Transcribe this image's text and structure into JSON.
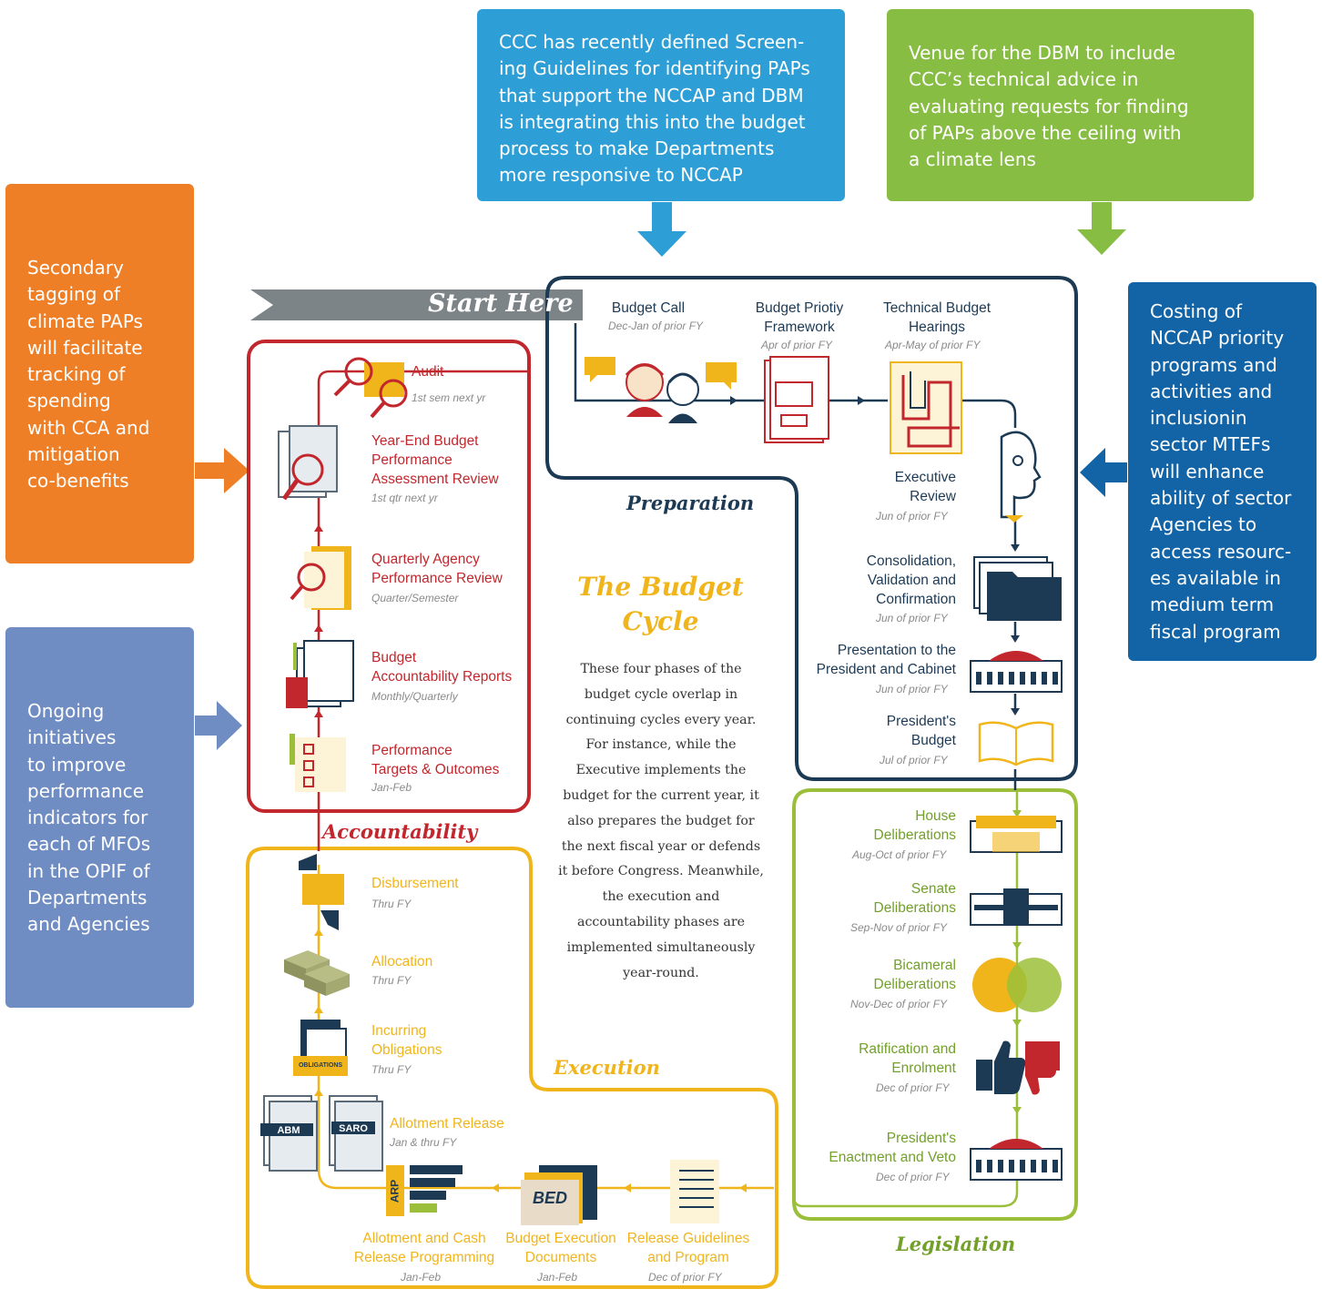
{
  "callouts": {
    "top": "CCC has recently defined Screen-\ning Guidelines for identifying PAPs\nthat support the NCCAP and DBM\nis integrating this into the budget\nprocess to make Departments\nmore responsive to NCCAP",
    "green": "Venue for the DBM to include\nCCC’s technical advice in\nevaluating requests for finding\nof PAPs above the ceiling with\na climate lens",
    "orange": "Secondary\ntagging of\nclimate PAPs\nwill facilitate\ntracking of\nspending\nwith CCA and\nmitigation\nco-benefits",
    "purple": "Ongoing\ninitiatives\nto improve\nperformance\nindicators for\neach of MFOs\nin the OPIF of\nDepartments\nand Agencies",
    "darkblue": "Costing of\nNCCAP priority\nprograms and\nactivities and\ninclusionin\nsector MTEFs\nwill enhance\nability of sector\nAgencies to\naccess resourc-\nes available in\nmedium term\nfiscal program"
  },
  "start_here": "Start Here",
  "center": {
    "title": "The Budget\nCycle",
    "body": "These four phases of the budget cycle overlap in continuing cycles every year. For instance, while the Executive implements the budget for the current year, it also prepares the budget for the next fiscal year or defends it before Congress. Meanwhile, the execution and accountability phases are implemented simultaneously year-round."
  },
  "phases": {
    "preparation": "Preparation",
    "legislation": "Legislation",
    "execution": "Execution",
    "accountability": "Accountability"
  },
  "preparation": [
    {
      "label": "Budget Call",
      "date": "Dec-Jan of prior FY"
    },
    {
      "label": "Budget Priotiy\nFramework",
      "date": "Apr of prior FY"
    },
    {
      "label": "Technical Budget\nHearings",
      "date": "Apr-May of prior FY"
    },
    {
      "label": "Executive\nReview",
      "date": "Jun of prior FY"
    },
    {
      "label": "Consolidation,\nValidation and\nConfirmation",
      "date": "Jun of prior FY"
    },
    {
      "label": "Presentation to the\nPresident and Cabinet",
      "date": "Jun of prior FY"
    },
    {
      "label": "President's\nBudget",
      "date": "Jul of prior FY"
    }
  ],
  "legislation": [
    {
      "label": "House\nDeliberations",
      "date": "Aug-Oct of prior FY"
    },
    {
      "label": "Senate\nDeliberations",
      "date": "Sep-Nov of prior FY"
    },
    {
      "label": "Bicameral\nDeliberations",
      "date": "Nov-Dec of prior FY"
    },
    {
      "label": "Ratification and\nEnrolment",
      "date": "Dec of prior FY"
    },
    {
      "label": "President's\nEnactment and Veto",
      "date": "Dec of prior FY"
    }
  ],
  "execution": [
    {
      "label": "Release Guidelines\nand Program",
      "date": "Dec of prior FY"
    },
    {
      "label": "Budget Execution\nDocuments",
      "date": "Jan-Feb"
    },
    {
      "label": "Allotment and Cash\nRelease Programming",
      "date": "Jan-Feb"
    },
    {
      "label": "Allotment Release",
      "date": "Jan & thru FY"
    },
    {
      "label": "Incurring\nObligations",
      "date": "Thru FY"
    },
    {
      "label": "Allocation",
      "date": "Thru FY"
    },
    {
      "label": "Disbursement",
      "date": "Thru FY"
    }
  ],
  "accountability": [
    {
      "label": "Performance\nTargets & Outcomes",
      "date": "Jan-Feb"
    },
    {
      "label": "Budget\nAccountability Reports",
      "date": "Monthly/Quarterly"
    },
    {
      "label": "Quarterly Agency\nPerformance Review",
      "date": "Quarter/Semester"
    },
    {
      "label": "Year-End Budget\nPerformance\nAssessment Review",
      "date": "1st qtr next yr"
    },
    {
      "label": "Audit",
      "date": "1st sem next yr"
    }
  ],
  "icon_text": {
    "abm": "ABM",
    "saro": "SARO",
    "arp": "ARP",
    "bed": "BED",
    "obligations": "OBLIGATIONS"
  },
  "colors": {
    "preparation": "#1d3a55",
    "legislation": "#9bbf3a",
    "execution": "#f1b51c",
    "accountability": "#c1272d",
    "callout_top": "#2e9fd6",
    "callout_green": "#87bd42",
    "callout_orange": "#ee7f27",
    "callout_purple": "#6f8cc3",
    "callout_darkblue": "#1264a7"
  }
}
